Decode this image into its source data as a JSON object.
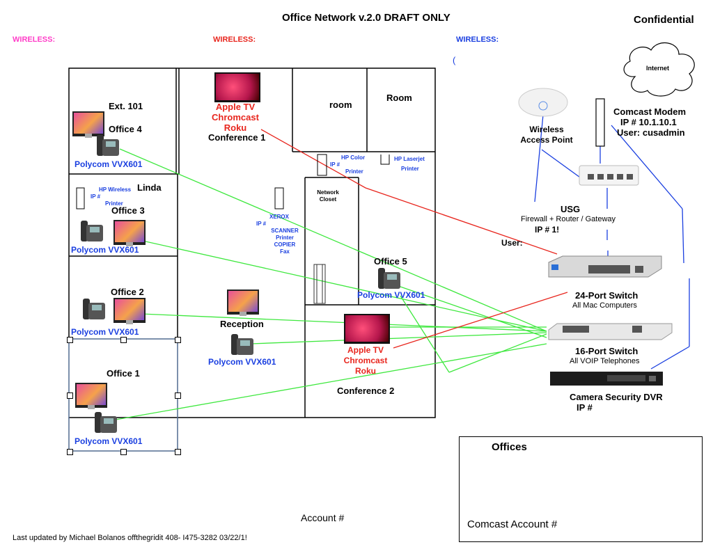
{
  "title": "Office Network v.2.0 DRAFT ONLY",
  "confidential": "Confidential",
  "wireless_labels": [
    "WIRELESS:",
    "WIRELESS:",
    "WIRELESS:"
  ],
  "wireless_fragment": "(",
  "rooms": {
    "ext101": "Ext. 101",
    "office4": "Office 4",
    "linda": "Linda",
    "office3": "Office 3",
    "office2": "Office 2",
    "office1": "Office 1",
    "office5": "Office 5",
    "conference1": "Conference 1",
    "conference2": "Conference 2",
    "reception": "Reception",
    "room": "room",
    "room2": "Room",
    "network_closet": [
      "Network",
      "Closet"
    ]
  },
  "phones": {
    "office4": "Polycom VVX601",
    "office3": "Polycom VVX601",
    "office2": "Polycom VVX601",
    "office1": "Polycom VVX601",
    "office5": "Polycom VVX601",
    "reception": "Polycom VVX601"
  },
  "av": {
    "conf1": [
      "Apple TV",
      "Chromcast",
      "Roku"
    ],
    "conf2": [
      "Apple TV",
      "Chromcast",
      "Roku"
    ]
  },
  "printers": {
    "hp_wireless": [
      "HP Wireless",
      "IP #",
      "Printer"
    ],
    "xerox": [
      "XEROX",
      "IP #",
      "SCANNER",
      "Printer",
      "COPIER",
      "Fax"
    ],
    "hp_color": [
      "HP Color",
      "IP #",
      "Printer"
    ],
    "hp_laserjet": [
      "HP Laserjet",
      "Printer"
    ]
  },
  "equipment": {
    "internet": "Internet",
    "modem": [
      "Comcast Modem",
      "IP # 10.1.10.1",
      "User:  cusadmin"
    ],
    "access_point": [
      "Wireless",
      "Access Point"
    ],
    "usg_title": "USG",
    "usg_desc": "Firewall + Router / Gateway",
    "usg_ip": "IP # 1!",
    "usg_user": "User:",
    "switch24_title": "24-Port Switch",
    "switch24_desc": "All Mac Computers",
    "switch16_title": "16-Port Switch",
    "switch16_desc": "All VOIP Telephones",
    "dvr_title": "Camera Security DVR",
    "dvr_ip": "IP #"
  },
  "offices_box": {
    "title": "Offices",
    "account": "Comcast Account #"
  },
  "account_center": "Account #",
  "footer": "Last updated by Michael Bolanos offthegridit 408- I475-3282 03/22/1!",
  "colors": {
    "wire_green": "#3ee83e",
    "wire_red": "#e8261e",
    "wire_blue": "#1a3fe0",
    "label_blue": "#1a3fe0"
  }
}
